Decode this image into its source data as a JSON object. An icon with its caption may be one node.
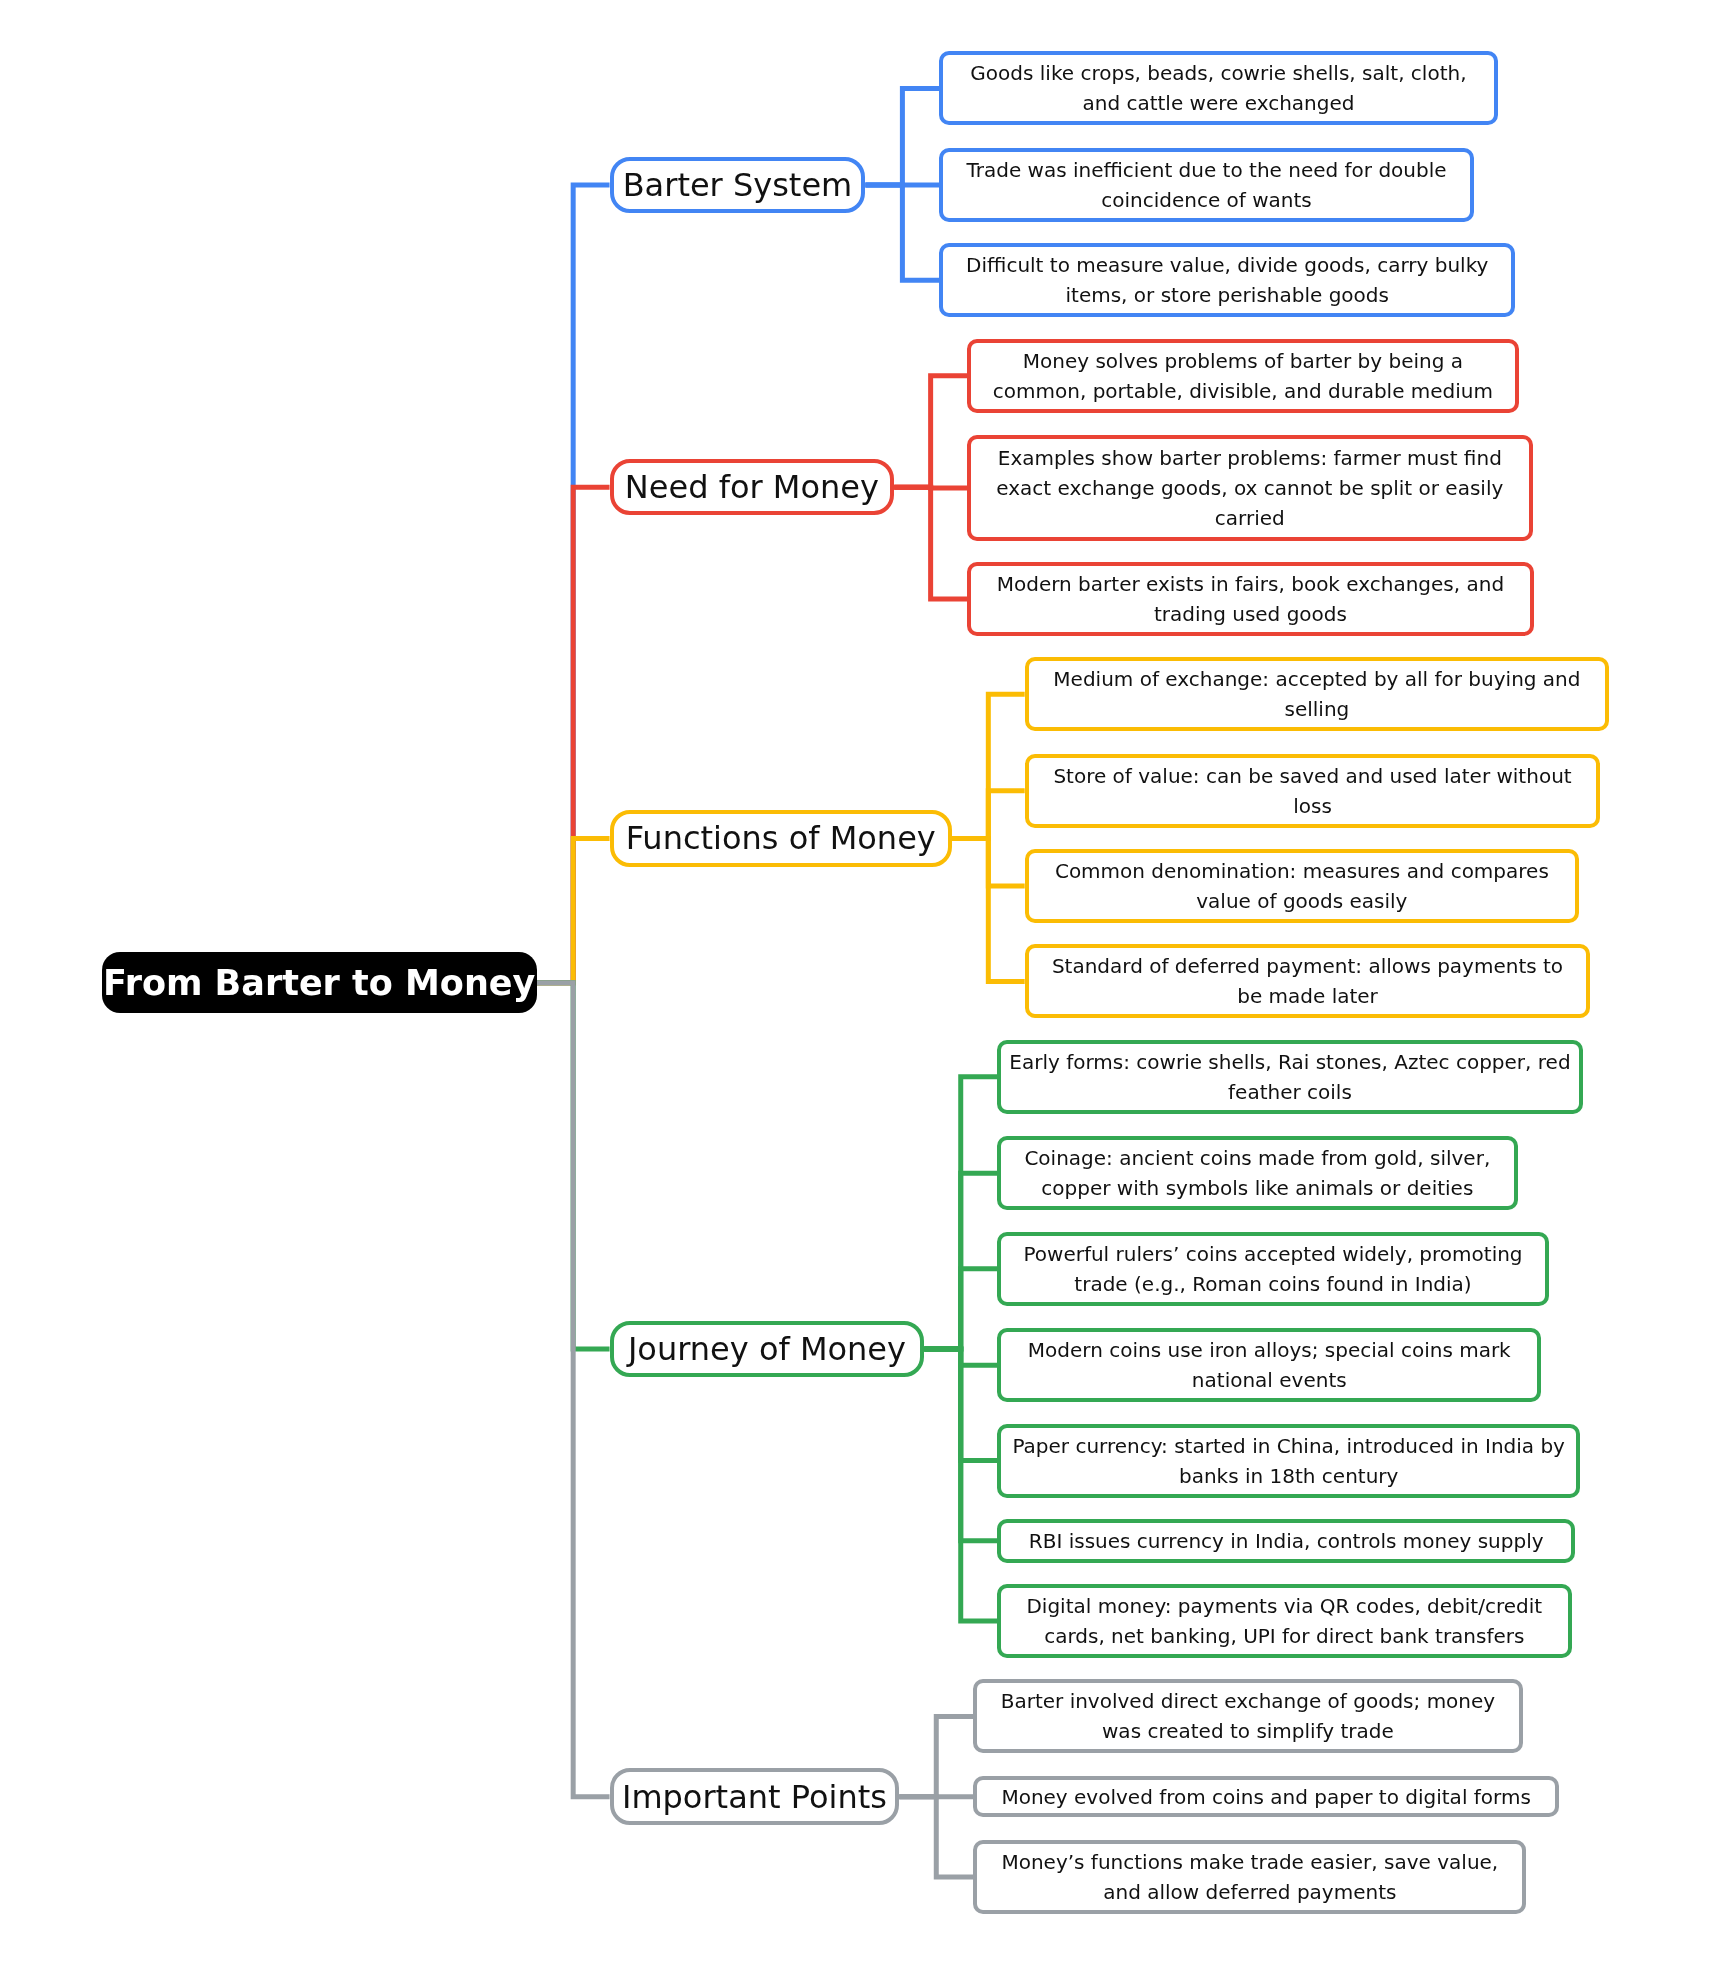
{
  "diagram": {
    "nodes": [
      {
        "text": [
          "From Barter to Money"
        ]
      },
      {
        "text": [
          "Barter System"
        ]
      },
      {
        "text": [
          "Goods like crops, beads, cowrie shells, salt, cloth, and cattle were exchanged"
        ]
      },
      {
        "text": [
          "Trade was inefficient due to the need for double coincidence of wants"
        ]
      },
      {
        "text": [
          "Difficult to measure value, divide goods, carry bulky items, or store perishable goods"
        ]
      },
      {
        "text": [
          "Need for Money"
        ]
      },
      {
        "text": [
          "Money solves problems of barter by being a common, portable, divisible, and durable medium"
        ]
      },
      {
        "text": [
          "Examples show barter problems: farmer must find exact exchange goods, ox cannot be split or easily carried"
        ]
      },
      {
        "text": [
          "Modern barter exists in fairs, book exchanges, and trading used goods"
        ]
      },
      {
        "text": [
          "Functions of Money"
        ]
      },
      {
        "text": [
          "Medium of exchange: accepted by all for buying and selling"
        ]
      },
      {
        "text": [
          "Store of value: can be saved and used later without loss"
        ]
      },
      {
        "text": [
          "Common denomination: measures and compares value of goods easily"
        ]
      },
      {
        "text": [
          "Standard of deferred payment: allows payments to be made later"
        ]
      },
      {
        "text": [
          "Journey of Money"
        ]
      },
      {
        "text": [
          "Early forms: cowrie shells, Rai stones, Aztec copper, red feather coils"
        ]
      },
      {
        "text": [
          "Coinage: ancient coins made from gold, silver, copper with symbols like animals or deities"
        ]
      },
      {
        "text": [
          "Powerful rulers’ coins accepted widely, promoting trade (e.g., Roman coins found in India)"
        ]
      },
      {
        "text": [
          "Modern coins use iron alloys; special coins mark national events"
        ]
      },
      {
        "text": [
          "Paper currency: started in China, introduced in India by banks in 18th century"
        ]
      },
      {
        "text": [
          "RBI issues currency in India, controls money supply"
        ]
      },
      {
        "text": [
          "Digital money: payments via QR codes, debit/credit cards, net banking, UPI for direct bank transfers"
        ]
      },
      {
        "text": [
          "Important Points"
        ]
      },
      {
        "text": [
          "Barter involved direct exchange of goods; money was created to simplify trade"
        ]
      },
      {
        "text": [
          "Money evolved from coins and paper to digital forms"
        ]
      },
      {
        "text": [
          "Money’s functions make trade easier, save value, and allow deferred payments"
        ]
      }
    ],
    "edges": [
      {
        "from": 0,
        "to": 1,
        "arrow": "none",
        "color": "#4285f4"
      },
      {
        "from": 1,
        "to": 2,
        "arrow": "none",
        "color": "#4285f4"
      },
      {
        "from": 1,
        "to": 3,
        "arrow": "none",
        "color": "#4285f4"
      },
      {
        "from": 1,
        "to": 4,
        "arrow": "none",
        "color": "#4285f4"
      },
      {
        "from": 0,
        "to": 5,
        "arrow": "none",
        "color": "#ea4335"
      },
      {
        "from": 5,
        "to": 6,
        "arrow": "none",
        "color": "#ea4335"
      },
      {
        "from": 5,
        "to": 7,
        "arrow": "none",
        "color": "#ea4335"
      },
      {
        "from": 5,
        "to": 8,
        "arrow": "none",
        "color": "#ea4335"
      },
      {
        "from": 0,
        "to": 9,
        "arrow": "none",
        "color": "#fbbc04"
      },
      {
        "from": 9,
        "to": 10,
        "arrow": "none",
        "color": "#fbbc04"
      },
      {
        "from": 9,
        "to": 11,
        "arrow": "none",
        "color": "#fbbc04"
      },
      {
        "from": 9,
        "to": 12,
        "arrow": "none",
        "color": "#fbbc04"
      },
      {
        "from": 9,
        "to": 13,
        "arrow": "none",
        "color": "#fbbc04"
      },
      {
        "from": 0,
        "to": 14,
        "arrow": "none",
        "color": "#34a853"
      },
      {
        "from": 14,
        "to": 15,
        "arrow": "none",
        "color": "#34a853"
      },
      {
        "from": 14,
        "to": 16,
        "arrow": "none",
        "color": "#34a853"
      },
      {
        "from": 14,
        "to": 17,
        "arrow": "none",
        "color": "#34a853"
      },
      {
        "from": 14,
        "to": 18,
        "arrow": "none",
        "color": "#34a853"
      },
      {
        "from": 14,
        "to": 19,
        "arrow": "none",
        "color": "#34a853"
      },
      {
        "from": 14,
        "to": 20,
        "arrow": "none",
        "color": "#34a853"
      },
      {
        "from": 14,
        "to": 21,
        "arrow": "none",
        "color": "#34a853"
      },
      {
        "from": 0,
        "to": 22,
        "arrow": "none",
        "color": "#9aa0a6"
      },
      {
        "from": 22,
        "to": 23,
        "arrow": "none",
        "color": "#9aa0a6"
      },
      {
        "from": 22,
        "to": 24,
        "arrow": "none",
        "color": "#9aa0a6"
      },
      {
        "from": 22,
        "to": 25,
        "arrow": "none",
        "color": "#9aa0a6"
      }
    ]
  }
}
